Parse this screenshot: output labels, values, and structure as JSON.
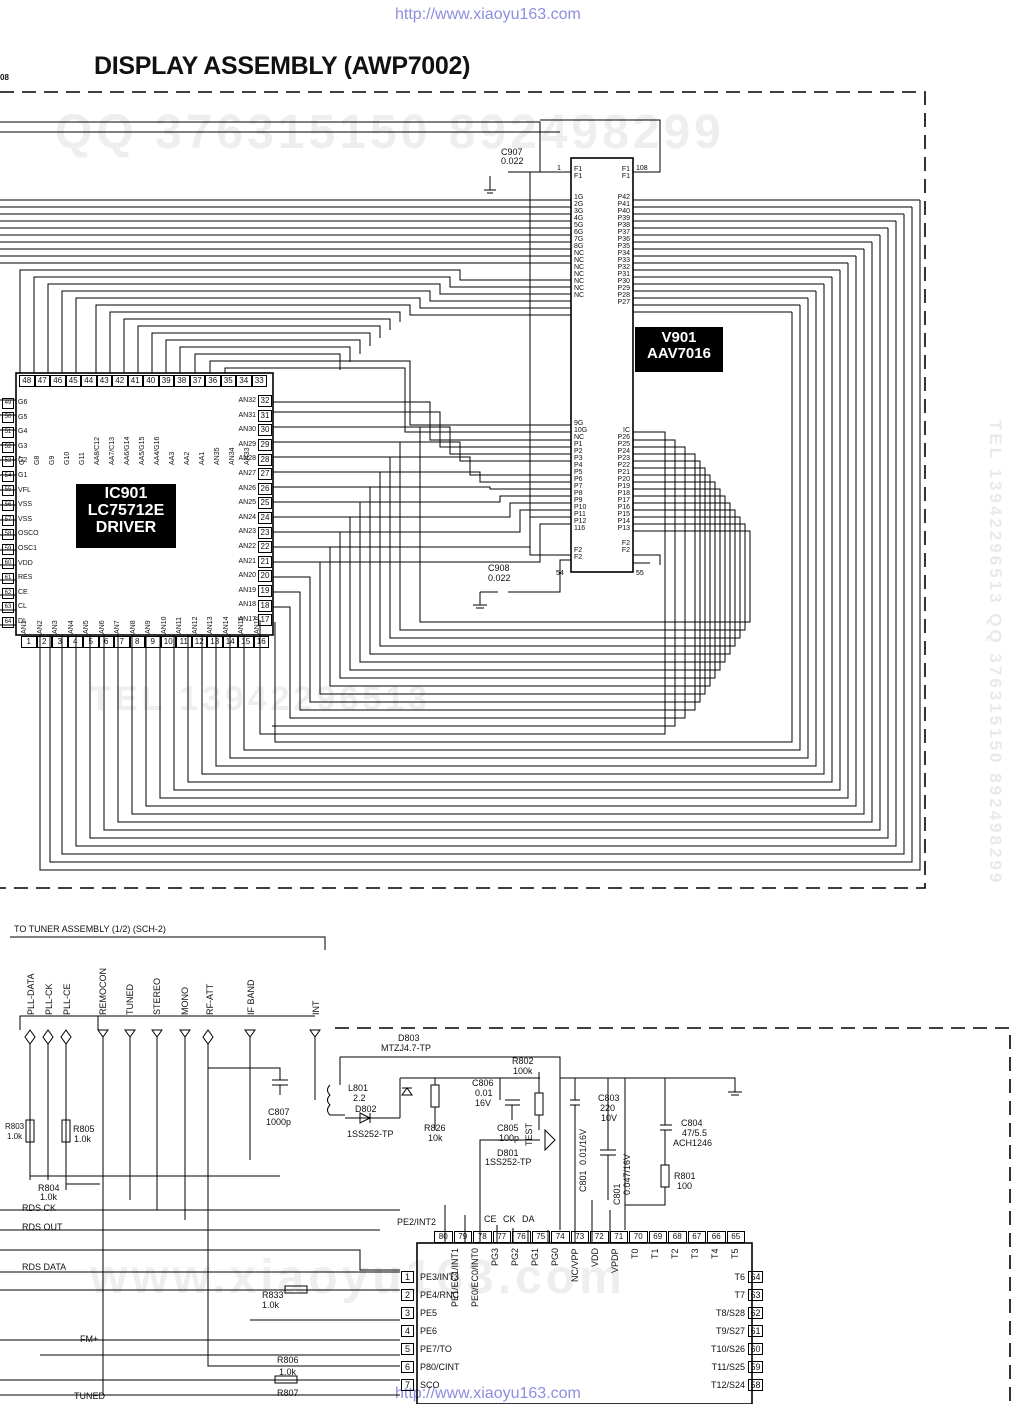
{
  "header": {
    "url_top": "http://www.xiaoyu163.com",
    "url_bottom": "http://www.xiaoyu163.com",
    "title": "DISPLAY ASSEMBLY (AWP7002)",
    "page_marker": "08"
  },
  "watermarks": {
    "qq": "QQ 376315150   892498299",
    "tel_right": "TEL 13942296513  QQ 376315150  892498299",
    "tel_mid": "TEL 13942296513",
    "www_bottom": "www.xiaoyu163.com"
  },
  "v901": {
    "ref": "V901",
    "part": "AAV7016",
    "pin_first": "1",
    "pin_last": "108",
    "pin_54": "54",
    "pin_55": "55",
    "left_pins": [
      "F1",
      "F1",
      "1G",
      "2G",
      "3G",
      "4G",
      "5G",
      "6G",
      "7G",
      "8G",
      "NC",
      "NC",
      "NC",
      "NC",
      "NC",
      "NC",
      "NC"
    ],
    "right_pins": [
      "F1",
      "F1",
      "P42",
      "P41",
      "P40",
      "P39",
      "P38",
      "P37",
      "P36",
      "P35",
      "P34",
      "P33",
      "P32",
      "P31",
      "P30",
      "P29",
      "P28",
      "P27"
    ],
    "left_pins_low": [
      "9G",
      "10G",
      "NC",
      "P1",
      "P2",
      "P3",
      "P4",
      "P5",
      "P6",
      "P7",
      "P8",
      "P9",
      "P10",
      "P11",
      "P12",
      "116",
      "F2",
      "F2"
    ],
    "right_pins_low": [
      "IC",
      "P26",
      "P25",
      "P24",
      "P23",
      "P22",
      "P21",
      "P20",
      "P19",
      "P18",
      "P17",
      "P16",
      "P15",
      "P14",
      "P13",
      "F2",
      "F2"
    ]
  },
  "ic901": {
    "ref": "IC901",
    "part": "LC75712E",
    "role": "DRIVER",
    "top_pin_numbers": [
      "48",
      "47",
      "46",
      "45",
      "44",
      "43",
      "42",
      "41",
      "40",
      "39",
      "38",
      "37",
      "36",
      "35",
      "34",
      "33"
    ],
    "top_pin_names": [
      "G7",
      "G8",
      "G9",
      "G10",
      "G11",
      "AA8/C12",
      "AA7/C13",
      "AA6/G14",
      "AA5/G15",
      "AA4/G16",
      "AA3",
      "AA2",
      "AA1",
      "AN35",
      "AN34",
      "AN33"
    ],
    "left_pin_names": [
      "G6",
      "G5",
      "G4",
      "G3",
      "G2",
      "G1",
      "VFL",
      "VSS",
      "VSS",
      "OSCO",
      "OSC1",
      "VDD",
      "RES",
      "CE",
      "CL",
      "DI"
    ],
    "left_pin_numbers": [
      "49",
      "50",
      "51",
      "52",
      "53",
      "54",
      "55",
      "56",
      "57",
      "58",
      "59",
      "60",
      "61",
      "62",
      "63",
      "64"
    ],
    "right_pin_names": [
      "AN32",
      "AN31",
      "AN30",
      "AN29",
      "AN28",
      "AN27",
      "AN26",
      "AN25",
      "AN24",
      "AN23",
      "AN22",
      "AN21",
      "AN20",
      "AN19",
      "AN18",
      "AN17"
    ],
    "right_pin_numbers": [
      "32",
      "31",
      "30",
      "29",
      "28",
      "27",
      "26",
      "25",
      "24",
      "23",
      "22",
      "21",
      "20",
      "19",
      "18",
      "17"
    ],
    "bottom_pin_numbers": [
      "1",
      "2",
      "3",
      "4",
      "5",
      "6",
      "7",
      "8",
      "9",
      "10",
      "11",
      "12",
      "13",
      "14",
      "15",
      "16"
    ],
    "bottom_pin_names": [
      "AN1",
      "AN2",
      "AN3",
      "AN4",
      "AN5",
      "AN6",
      "AN7",
      "AN8",
      "AN9",
      "AN10",
      "AN11",
      "AN12",
      "AN13",
      "AN14",
      "AN15",
      "AN16"
    ]
  },
  "caps_top": {
    "c907_ref": "C907",
    "c907_val": "0.022",
    "c908_ref": "C908",
    "c908_val": "0.022"
  },
  "tuner": {
    "heading": "TO TUNER ASSEMBLY (1/2) (SCH-2)",
    "signals": [
      "PLL-DATA",
      "PLL-CK",
      "PLL-CE",
      "REMOCON",
      "TUNED",
      "STEREO",
      "MONO",
      "RF-ATT",
      "IF BAND",
      "INT"
    ],
    "rds_ck": "RDS CK",
    "rds_out": "RDS OUT",
    "rds_data": "RDS DATA",
    "fm": "FM+",
    "tuned_bottom": "TUNED"
  },
  "components": {
    "r803": "R803",
    "r803_val": "1.0k",
    "r805": "R805",
    "r805_val": "1.0k",
    "r804": "R804",
    "r804_val": "1.0k",
    "c807": "C807",
    "c807_val": "1000p",
    "d803": "D803",
    "d803_val": "MTZJ4.7-TP",
    "l801": "L801",
    "l801_val": "2.2",
    "d802": "D802",
    "d802_val": "1SS252-TP",
    "r826": "R826",
    "r826_val": "10k",
    "c806": "C806",
    "c806_val1": "0.01",
    "c806_val2": "16V",
    "r802": "R802",
    "r802_val": "100k",
    "c805": "C805",
    "c805_val": "100p",
    "test": "TEST",
    "d801": "D801",
    "d801_val": "1SS252-TP",
    "c801a": "C801",
    "c801a_val": "0.01/16V",
    "c801b": "C801",
    "c801b_val": "0.047/16V",
    "c803": "C803",
    "c803_val1": "220",
    "c803_val2": "10V",
    "c804": "C804",
    "c804_val1": "47/5.5",
    "c804_val2": "ACH1246",
    "r801": "R801",
    "r801_val": "100",
    "r833": "R833",
    "r833_val": "1.0k",
    "r806": "R806",
    "r806_val": "1.0k",
    "r807": "R807"
  },
  "mcu": {
    "pe2": "PE2/INT2",
    "ce": "CE",
    "ck": "CK",
    "da": "DA",
    "top_pin_numbers": [
      "80",
      "79",
      "78",
      "77",
      "76",
      "75",
      "74",
      "73",
      "72",
      "71",
      "70",
      "69",
      "68",
      "67",
      "66",
      "65"
    ],
    "top_pin_names": [
      "PE1/EC1/INT1",
      "PE0/EC0/INT0",
      "PG3",
      "PG2",
      "PG1",
      "PG0",
      "NC/VPP",
      "VDD",
      "VPDP",
      "T0",
      "T1",
      "T2",
      "T3",
      "T4",
      "T5"
    ],
    "left_pin_numbers": [
      "1",
      "2",
      "3",
      "4",
      "5",
      "6",
      "7"
    ],
    "left_pin_names": [
      "PE3/INT3",
      "PE4/RNC",
      "PE5",
      "PE6",
      "PE7/TO",
      "P80/CINT",
      "SCO"
    ],
    "right_pin_numbers": [
      "64",
      "63",
      "62",
      "61",
      "60",
      "59",
      "58"
    ],
    "right_pin_names": [
      "T6",
      "T7",
      "T8/S28",
      "T9/S27",
      "T10/S26",
      "T11/S25",
      "T12/S24"
    ]
  }
}
